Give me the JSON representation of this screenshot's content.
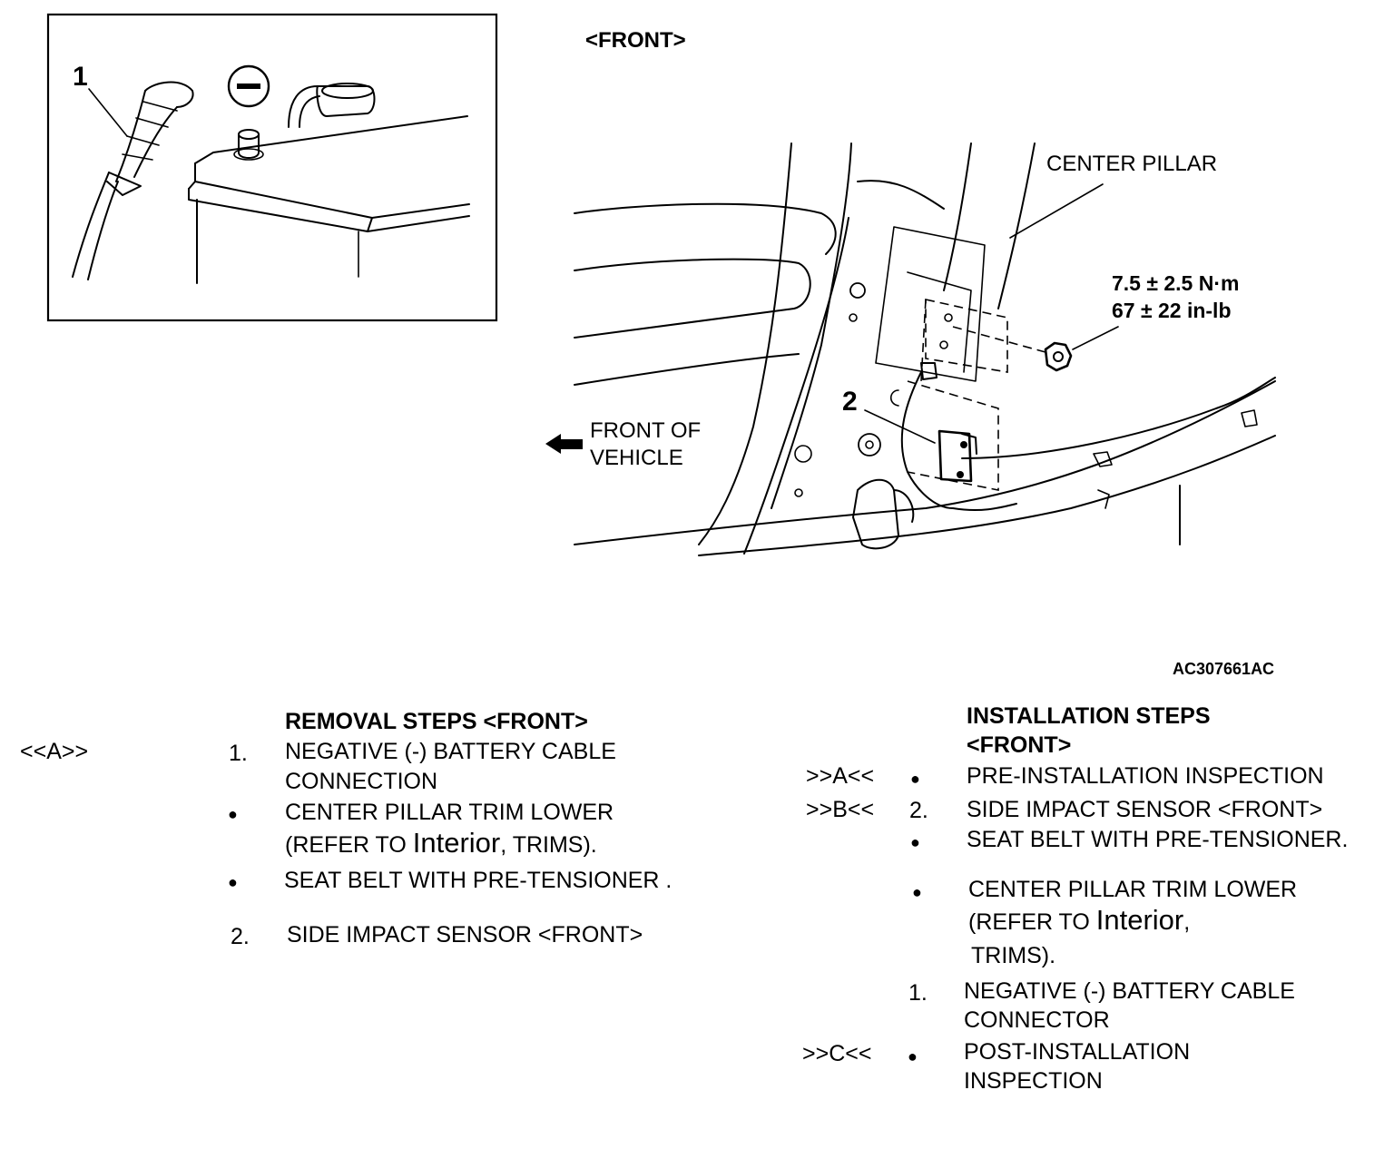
{
  "figure": {
    "front_label": "<FRONT>",
    "center_pillar_label": "CENTER PILLAR",
    "torque_nm": "7.5 ± 2.5 N·m",
    "torque_inlb": "67 ± 22 in-lb",
    "front_of_vehicle_line1": "FRONT OF",
    "front_of_vehicle_line2": "VEHICLE",
    "callout_1": "1",
    "callout_2": "2",
    "figure_id": "AC307661AC",
    "icons": [
      "negative-terminal-icon",
      "arrow-left-icon"
    ]
  },
  "removal": {
    "title": "REMOVAL STEPS <FRONT>",
    "ref_a": "<<A>>",
    "step1_num": "1.",
    "step1_line1": "NEGATIVE (-) BATTERY CABLE",
    "step1_line2": "CONNECTION",
    "item2_line1": "CENTER PILLAR TRIM LOWER",
    "item2_prefix": "(REFER TO ",
    "item2_link": "Interior",
    "item2_suffix": ", TRIMS).",
    "item3": "SEAT BELT WITH  PRE-TENSIONER .",
    "step2_num": "2.",
    "step2": "SIDE IMPACT SENSOR <FRONT>"
  },
  "installation": {
    "title_line1": "INSTALLATION STEPS",
    "title_line2": "<FRONT>",
    "ref_a": ">>A<<",
    "item_a": "PRE-INSTALLATION INSPECTION",
    "ref_b": ">>B<<",
    "step2_num": "2.",
    "step2": "SIDE IMPACT SENSOR <FRONT>",
    "item_seat": "SEAT BELT WITH PRE-TENSIONER.",
    "item_trim_line1": "CENTER PILLAR TRIM LOWER",
    "item_trim_prefix": "(REFER TO ",
    "item_trim_link": "Interior",
    "item_trim_suffix": ",",
    "item_trim_line3": "TRIMS).",
    "step1_num": "1.",
    "step1_line1": "NEGATIVE (-) BATTERY CABLE",
    "step1_line2": "CONNECTOR",
    "ref_c": ">>C<<",
    "item_post_line1": "POST-INSTALLATION",
    "item_post_line2": "INSPECTION"
  },
  "bullet": "●"
}
